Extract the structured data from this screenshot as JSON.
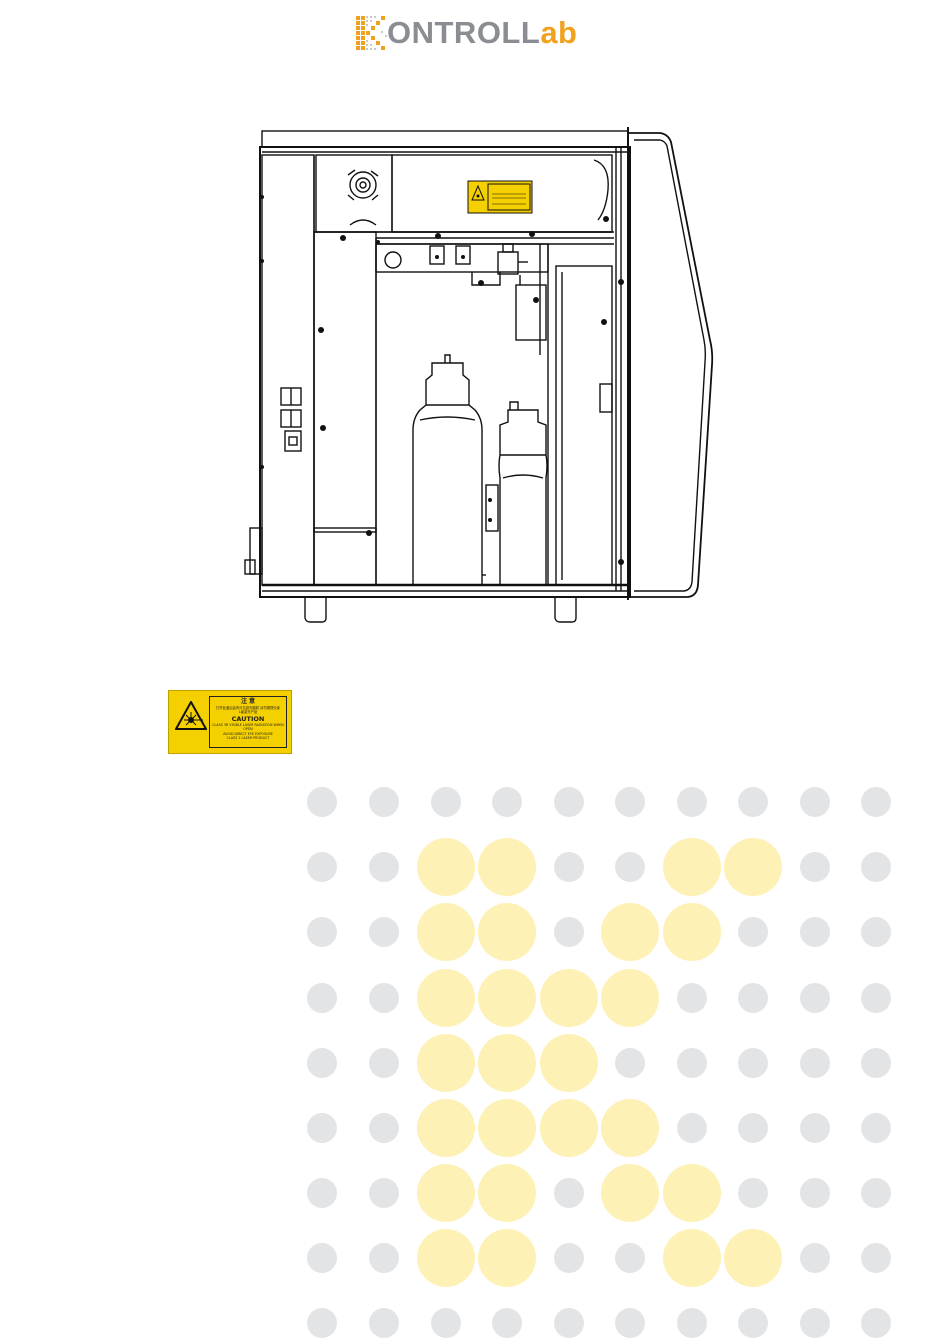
{
  "brand": {
    "logo_main": "ONTROL",
    "logo_sub": "ab",
    "logo_full": "KONTROLab",
    "colors": {
      "grey": "#8a8d91",
      "orange": "#f0a21e"
    }
  },
  "label": {
    "title": "注 意",
    "line1": "打开此盖后会有可见激光辐射 请勿凝视光束",
    "line2": "1级激光产品",
    "title_en": "CAUTION",
    "line3": "CLASS 3R VISIBLE LASER RADIATION WHEN OPEN",
    "line4": "AVOID DIRECT EYE EXPOSURE",
    "line5": "CLASS 1 LASER PRODUCT"
  },
  "decor": {
    "pattern": "dot-grid",
    "colors": {
      "grey": "#e3e4e6",
      "yellow": "#fdf1b6"
    }
  }
}
